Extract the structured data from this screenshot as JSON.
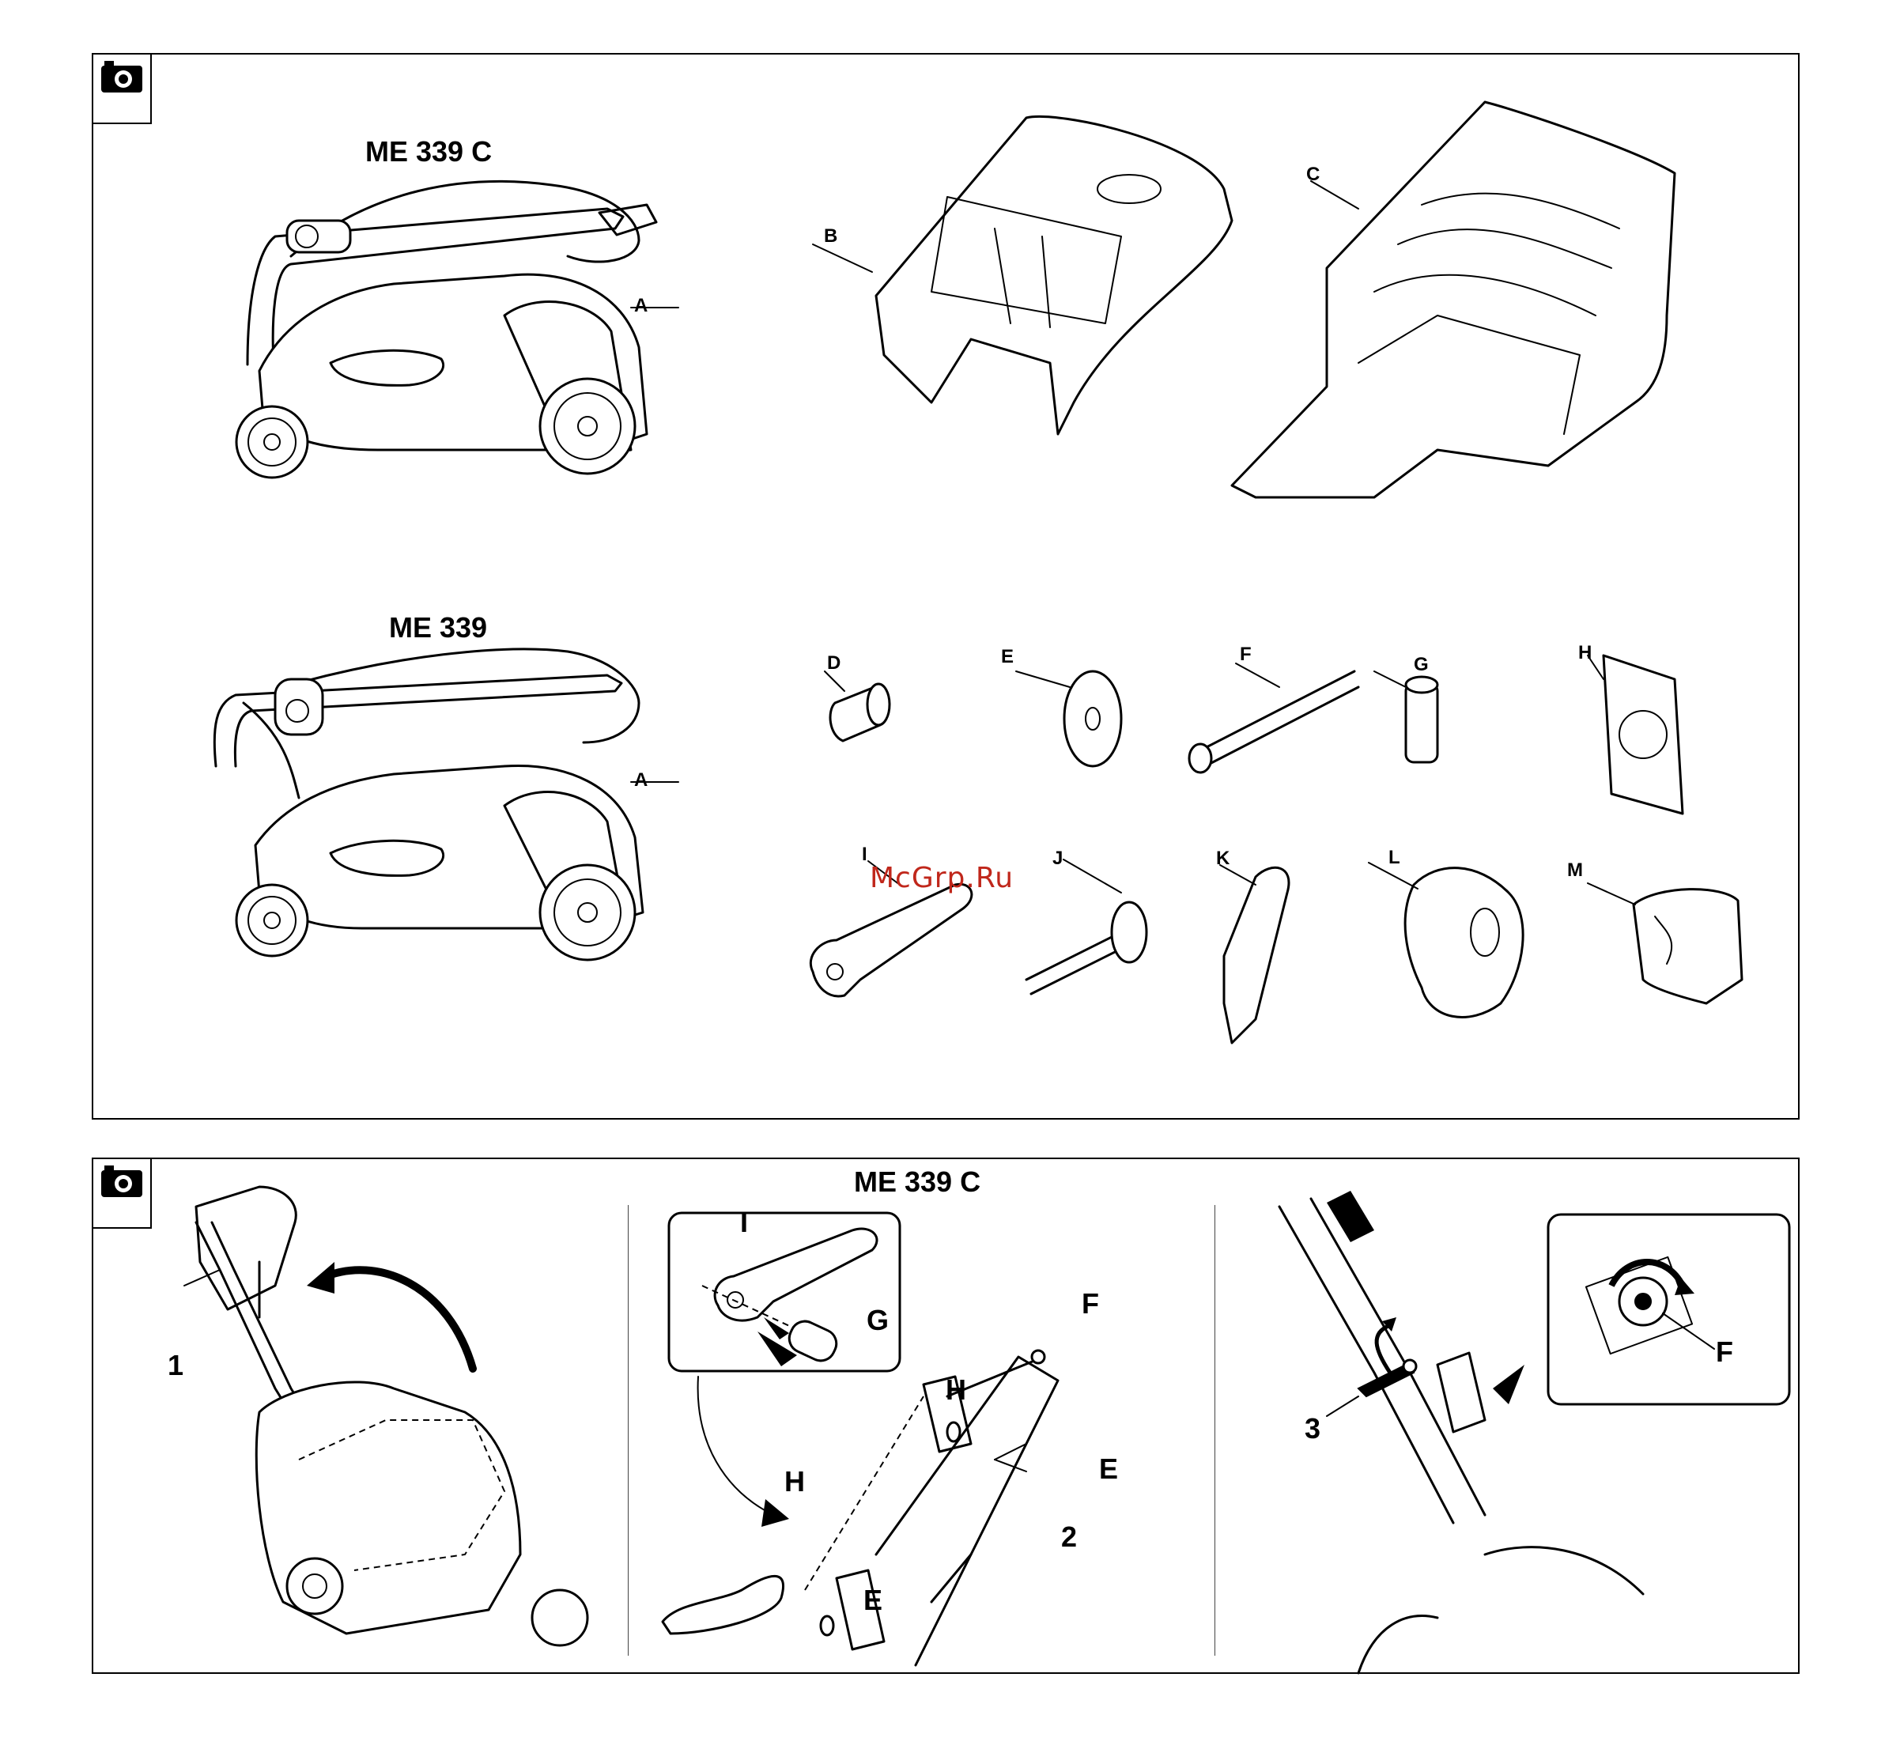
{
  "top_panel": {
    "camera_icon": "camera-icon",
    "model_c_title": "ME 339 C",
    "model_title": "ME 339",
    "part_labels": [
      "A",
      "A",
      "B",
      "C",
      "D",
      "E",
      "F",
      "G",
      "H",
      "I",
      "J",
      "K",
      "L",
      "M"
    ]
  },
  "bottom_panel": {
    "camera_icon": "camera-icon",
    "title": "ME 339 C",
    "step_labels": [
      "1",
      "2",
      "3"
    ],
    "callouts": [
      "I",
      "G",
      "H",
      "F",
      "H",
      "E",
      "E",
      "F"
    ]
  },
  "watermark": "McGrp.Ru"
}
